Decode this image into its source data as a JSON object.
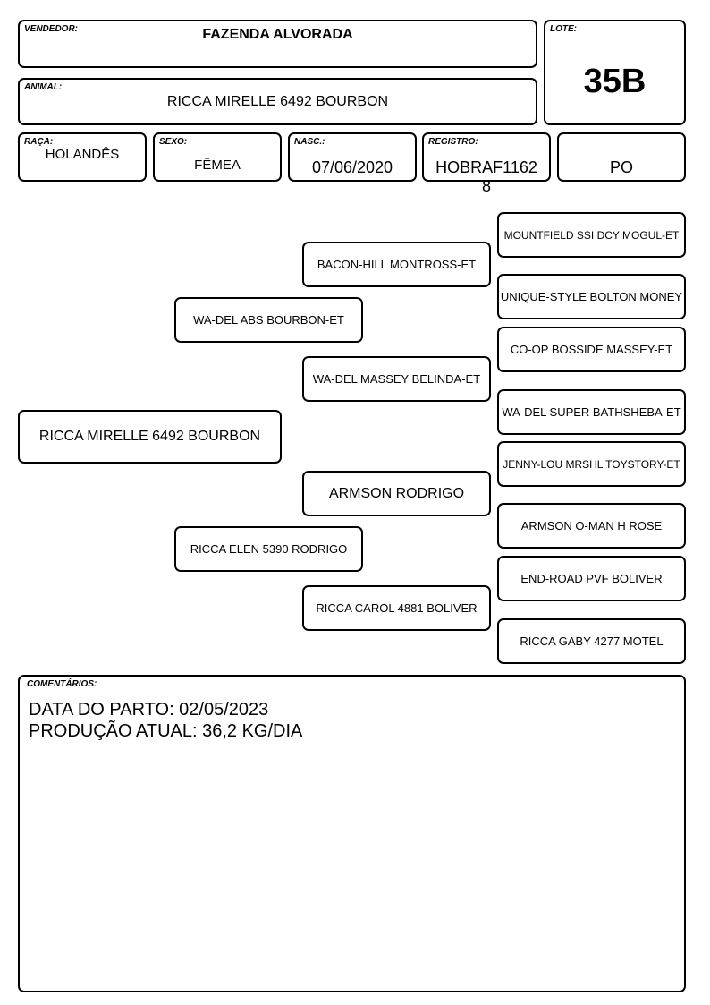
{
  "header": {
    "vendedor": {
      "label": "VENDEDOR:",
      "value": "FAZENDA ALVORADA"
    },
    "lote": {
      "label": "LOTE:",
      "value": "35B"
    },
    "animal": {
      "label": "ANIMAL:",
      "value": "RICCA MIRELLE 6492 BOURBON"
    }
  },
  "fields": {
    "raca": {
      "label": "RAÇA:",
      "value": "HOLANDÊS"
    },
    "sexo": {
      "label": "SEXO:",
      "value": "FÊMEA"
    },
    "nasc": {
      "label": "NASC.:",
      "value": "07/06/2020"
    },
    "registro": {
      "label": "REGISTRO:",
      "value": "HOBRAF1162",
      "overflow": "8"
    },
    "categoria": {
      "value": "PO"
    }
  },
  "pedigree": {
    "animal": "RICCA MIRELLE 6492 BOURBON",
    "sire": "WA-DEL ABS BOURBON-ET",
    "dam": "RICCA ELEN 5390 RODRIGO",
    "sire_sire": "BACON-HILL MONTROSS-ET",
    "sire_dam": "WA-DEL MASSEY BELINDA-ET",
    "dam_sire": "ARMSON RODRIGO",
    "dam_dam": "RICCA CAROL 4881 BOLIVER",
    "ggp": [
      "MOUNTFIELD SSI DCY MOGUL-ET",
      "UNIQUE-STYLE BOLTON MONEY",
      "CO-OP BOSSIDE MASSEY-ET",
      "WA-DEL SUPER BATHSHEBA-ET",
      "JENNY-LOU MRSHL TOYSTORY-ET",
      "ARMSON O-MAN H ROSE",
      "END-ROAD PVF BOLIVER",
      "RICCA GABY 4277 MOTEL"
    ]
  },
  "comments": {
    "label": "COMENTÁRIOS:",
    "lines": [
      "DATA DO PARTO: 02/05/2023",
      "PRODUÇÃO ATUAL: 36,2 KG/DIA"
    ]
  }
}
